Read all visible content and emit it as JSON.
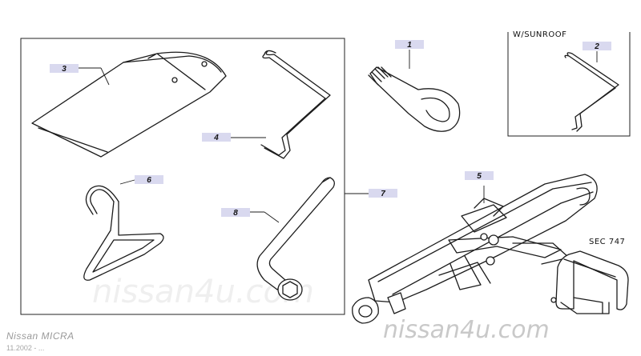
{
  "labels": {
    "sunroof": "W/SUNROOF",
    "section_ref": "SEC 747"
  },
  "callouts": [
    {
      "id": "1",
      "text": "1"
    },
    {
      "id": "2",
      "text": "2"
    },
    {
      "id": "3",
      "text": "3"
    },
    {
      "id": "4",
      "text": "4"
    },
    {
      "id": "5",
      "text": "5"
    },
    {
      "id": "6",
      "text": "6"
    },
    {
      "id": "7",
      "text": "7"
    },
    {
      "id": "8",
      "text": "8"
    }
  ],
  "watermark": {
    "background_text": "nissan4u.com",
    "site": "nissan4u.com"
  },
  "footer": {
    "model": "Nissan MICRA",
    "date": "11.2002 - ..."
  }
}
